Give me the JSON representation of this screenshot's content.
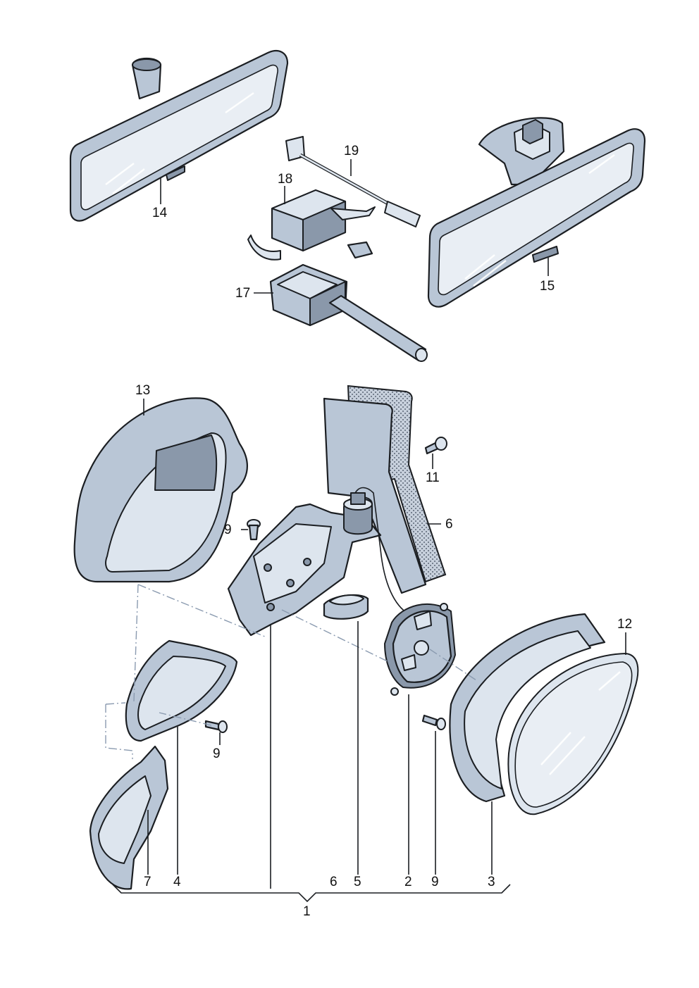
{
  "labels": {
    "p1": "1",
    "p2": "2",
    "p3": "3",
    "p4": "4",
    "p5": "5",
    "p6a": "6",
    "p6b": "6",
    "p7": "7",
    "p9a": "9",
    "p9b": "9",
    "p9c": "9",
    "p11": "11",
    "p12": "12",
    "p13": "13",
    "p14": "14",
    "p15": "15",
    "p17": "17",
    "p18": "18",
    "p19": "19"
  },
  "colors": {
    "part": "#b9c6d6",
    "outline": "#1b1e22",
    "dash": "#8b9bb0"
  }
}
